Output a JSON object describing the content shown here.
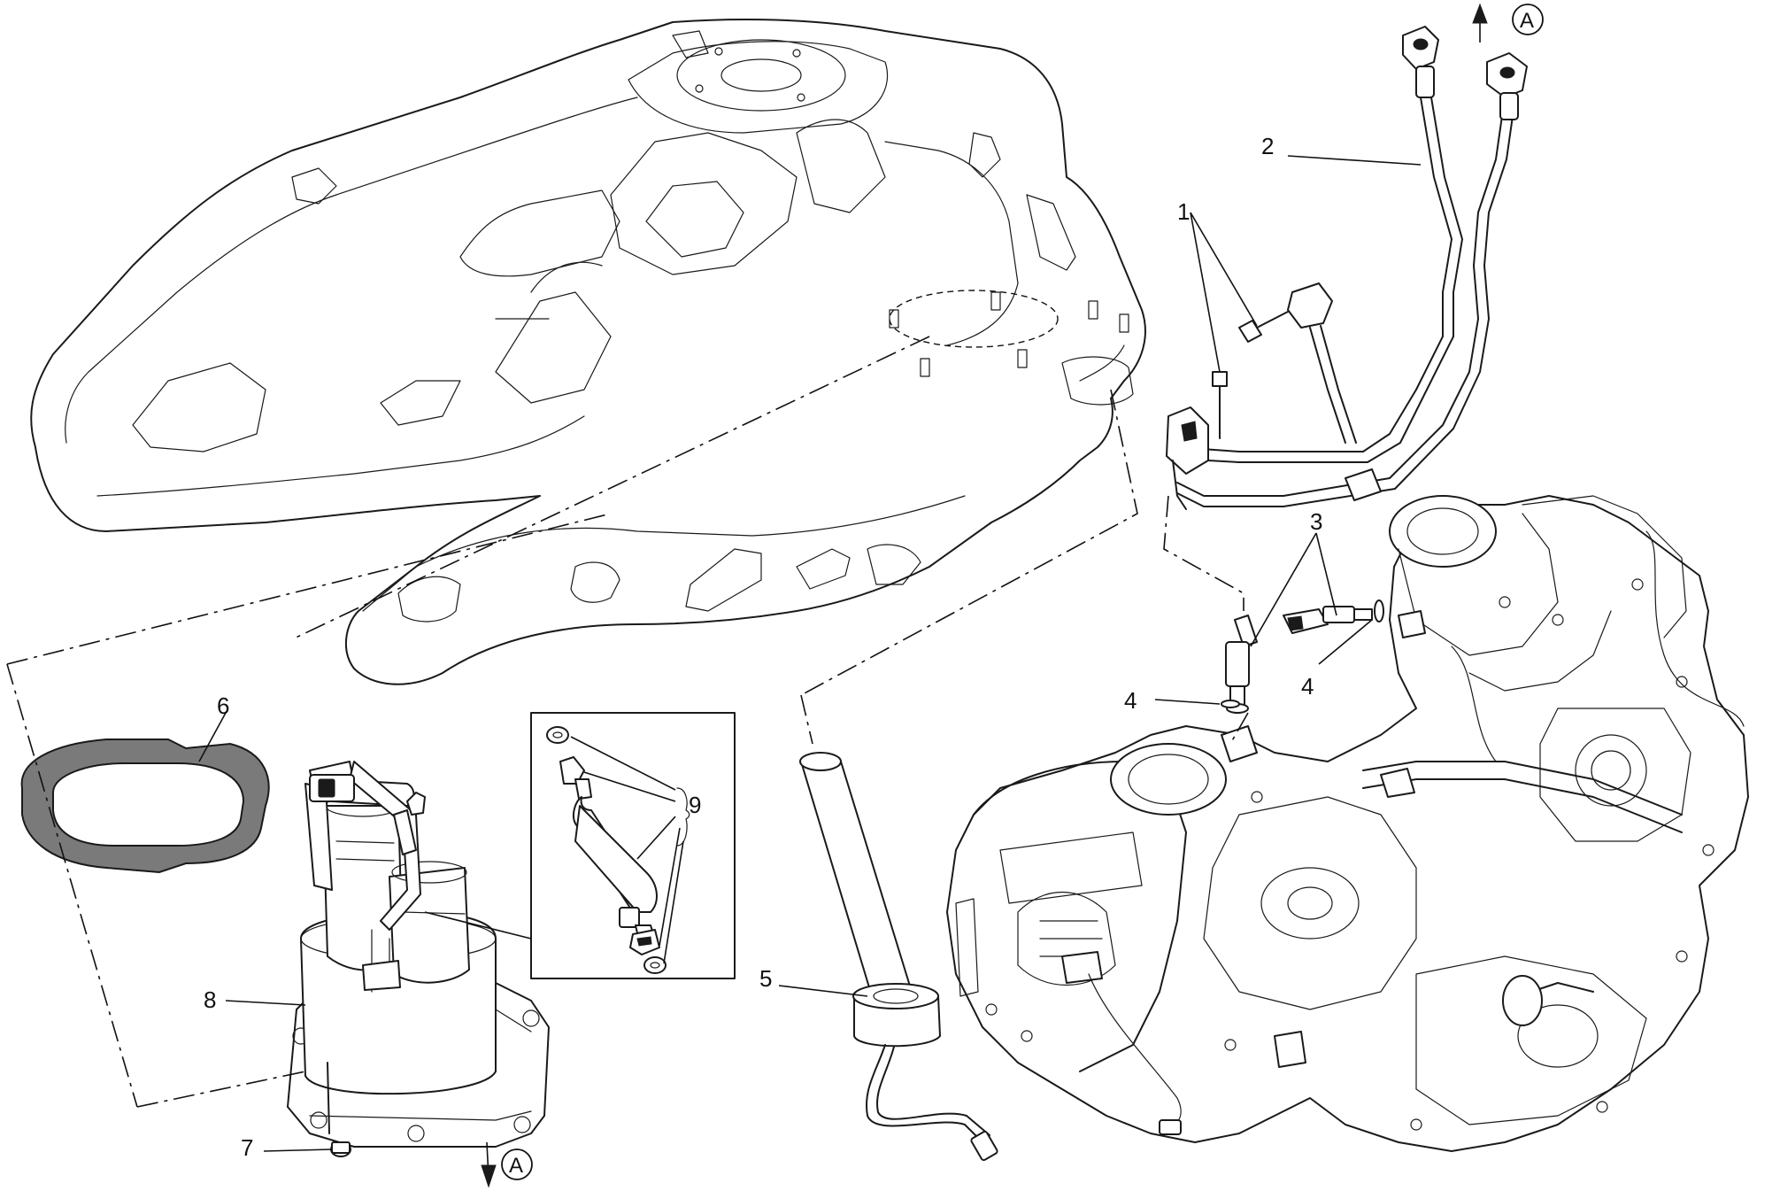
{
  "callouts": {
    "c1": "1",
    "c2": "2",
    "c3": "3",
    "c4a": "4",
    "c4b": "4",
    "c5": "5",
    "c6": "6",
    "c7": "7",
    "c8": "8",
    "c9": "9"
  },
  "references": {
    "top": "A",
    "bottom": "A"
  }
}
